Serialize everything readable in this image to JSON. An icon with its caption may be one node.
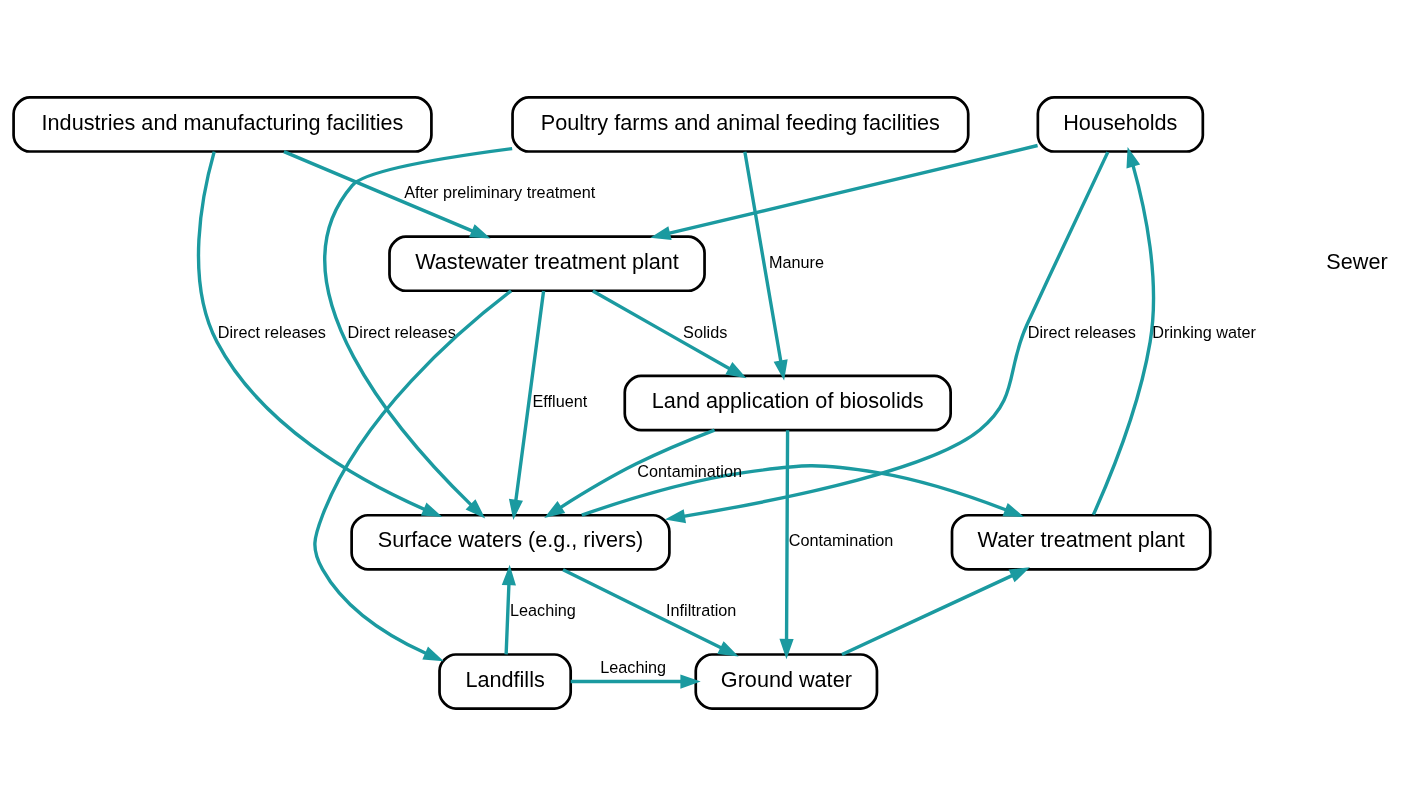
{
  "diagram": {
    "nodes": [
      {
        "text": [
          "Households"
        ]
      },
      {
        "text": [
          "Industries and manufacturing facilities"
        ]
      },
      {
        "text": [
          "Poultry farms and animal feeding facilities"
        ]
      },
      {
        "text": [
          "Wastewater treatment plant"
        ]
      },
      {
        "text": [
          "Water treatment plant"
        ]
      },
      {
        "text": [
          "Surface waters (e.g., rivers)"
        ]
      },
      {
        "text": [
          "Land application of biosolids"
        ]
      },
      {
        "text": [
          "Ground water"
        ]
      },
      {
        "text": [
          "Landfills"
        ]
      }
    ],
    "edges": [
      {
        "from": 4,
        "to": 0,
        "arrow": "to",
        "label": "Drinking water"
      },
      {
        "from": 0,
        "to": 3,
        "arrow": "to"
      },
      {
        "from": 1,
        "to": 3,
        "arrow": "to",
        "label": "After preliminary treatment"
      },
      {
        "from": 0,
        "to": 5,
        "arrow": "to",
        "label": "Direct releases"
      },
      {
        "from": 1,
        "to": 5,
        "arrow": "to",
        "label": "Direct releases"
      },
      {
        "from": 2,
        "to": 5,
        "arrow": "to",
        "label": "Direct releases"
      },
      {
        "from": 2,
        "to": 6,
        "arrow": "to",
        "label": "Manure"
      },
      {
        "from": 3,
        "to": 5,
        "arrow": "to",
        "label": "Effluent"
      },
      {
        "from": 3,
        "to": 6,
        "arrow": "to",
        "label": "Solids"
      },
      {
        "from": 3,
        "to": 8,
        "arrow": "to"
      },
      {
        "from": 5,
        "to": 4,
        "arrow": "to"
      },
      {
        "from": 5,
        "to": 7,
        "arrow": "to",
        "label": "Infiltration"
      },
      {
        "from": 8,
        "to": 5,
        "arrow": "to",
        "label": "Leaching"
      },
      {
        "from": 8,
        "to": 7,
        "arrow": "to",
        "label": "Leaching"
      },
      {
        "from": 7,
        "to": 4,
        "arrow": "to"
      },
      {
        "from": 6,
        "to": 7,
        "arrow": "to",
        "label": "Contamination"
      },
      {
        "from": 6,
        "to": 5,
        "arrow": "to",
        "label": "Contamination"
      }
    ],
    "labels": [
      "Sewer"
    ]
  }
}
